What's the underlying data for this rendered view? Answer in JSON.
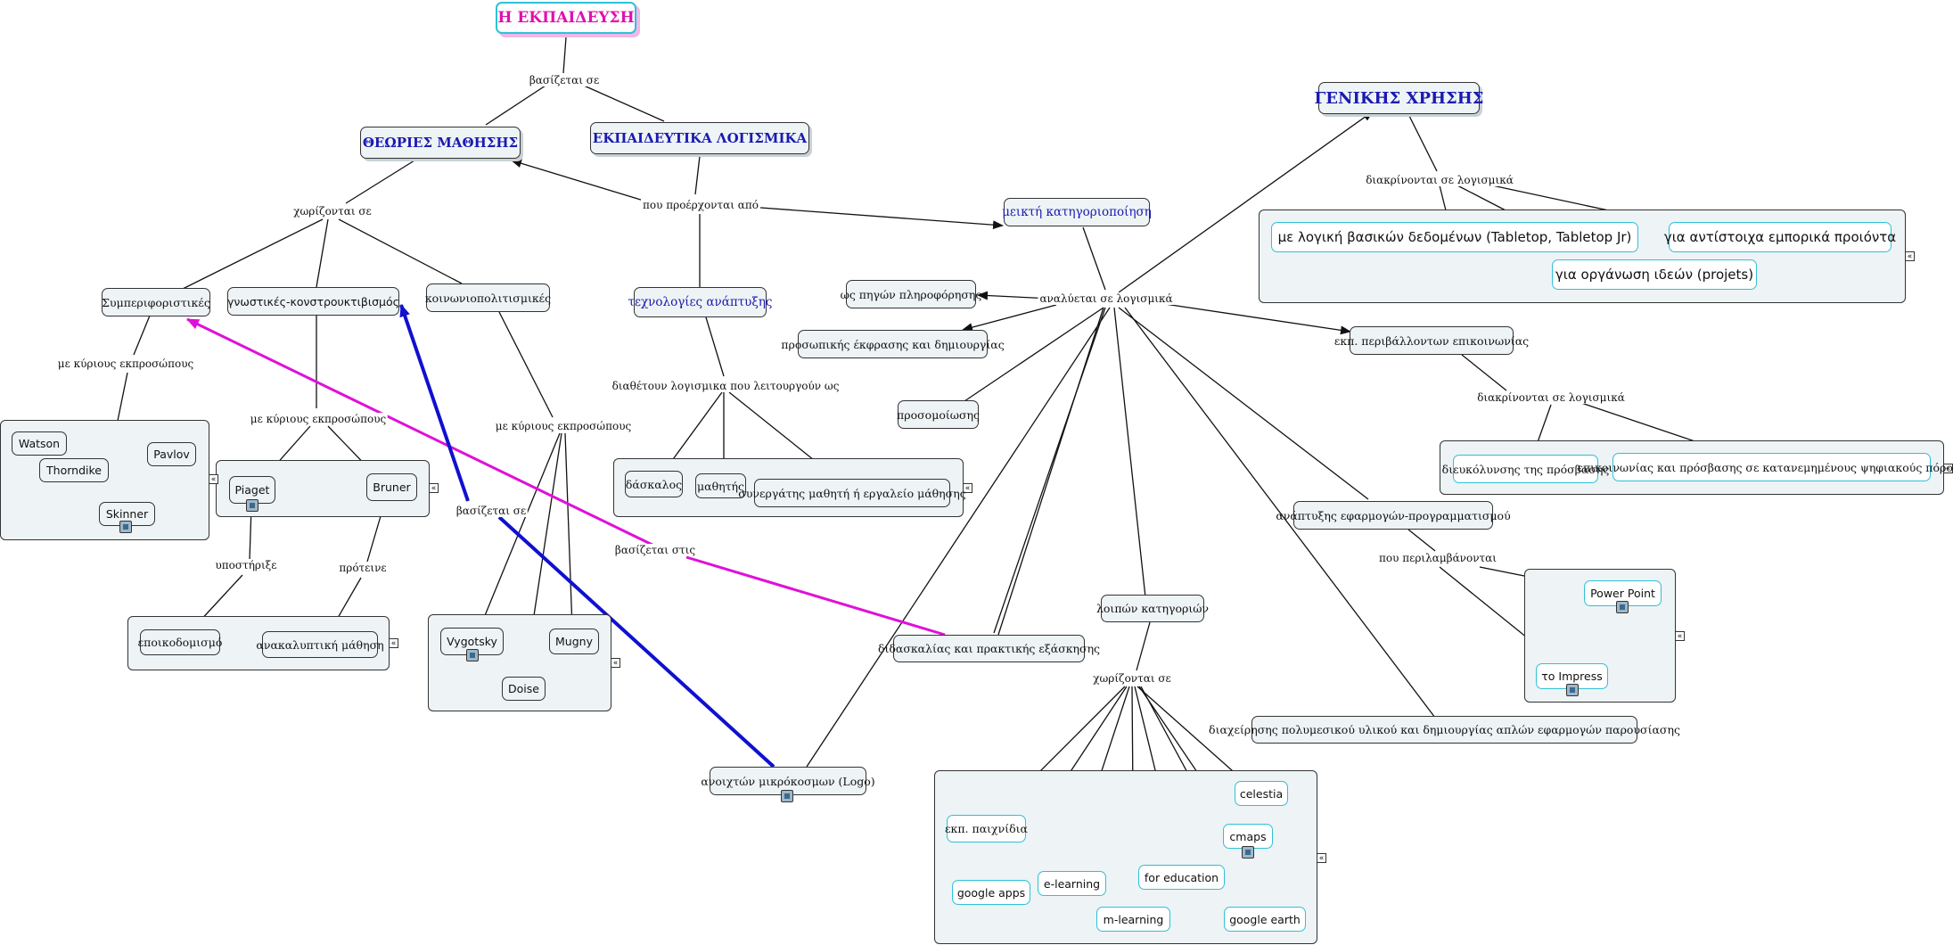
{
  "colors": {
    "edge": "#111111",
    "magenta": "#e010d8",
    "blue": "#1010d0",
    "title": "#e010b0",
    "cyan": "#2ec1d8"
  },
  "nodes": {
    "title": "Η ΕΚΠΑΙΔΕΥΣΗ",
    "theories": "ΘΕΩΡΙΕΣ ΜΑΘΗΣΗΣ",
    "software": "ΕΚΠΑΙΔΕΥΤΙΚΑ ΛΟΓΙΣΜΙΚΑ",
    "general": "ΓΕΝΙΚΗΣ ΧΡΗΣΗΣ",
    "mixed": "μεικτή κατηγοριοποίηση",
    "behavioral": "Συμπεριφοριστικές",
    "cognitive": "γνωστικές-κονστρουκτιβισμός",
    "social": "κοινωνιοπολιτισμικές",
    "tech_dev": "τεχνολογίες ανάπτυξης",
    "info_sources": "ως πηγών πληροφόρησης",
    "expression": "προσωπικής έκφρασης και δημιουργίας",
    "simulation": "προσομοίωσης",
    "comm_env": "εκπ. περιβάλλοντων επικοινωνίας",
    "app_dev": "ανάπτυξης εφαρμογών-προγραμματισμού",
    "other_cat": "λοιπών κατηγοριών",
    "teaching": "διδασκαλίας και πρακτικής εξάσκησης",
    "multimedia": "διαχείρησης πολυμεσικού υλικού και δημιουργίας απλών εφαρμογών παρουσίασης",
    "logo": "ανοιχτών μικρόκοσμων (Logo)",
    "watson": "Watson",
    "thorndike": "Thorndike",
    "pavlov": "Pavlov",
    "skinner": "Skinner",
    "piaget": "Piaget",
    "bruner": "Bruner",
    "constructivism": "εποικοδομισμό",
    "discovery": "ανακαλυπτική μάθηση",
    "vygotsky": "Vygotsky",
    "mugny": "Mugny",
    "doise": "Doise",
    "teacher": "δάσκαλος",
    "student": "μαθητής",
    "collaborator": "συνεργάτης μαθητή ή εργαλείο μάθησης",
    "database": "με λογική βασικών δεδομένων (Tabletop, Tabletop Jr)",
    "commercial": "για αντίστοιχα εμπορικά προιόντα",
    "organize": "για οργάνωση ιδεών (projets)",
    "access": "διευκόλυνσης της πρόσβασης",
    "communication": "επικοινωνίας και πρόσβασης σε κατανεμημένους ψηφιακούς πόρους",
    "powerpoint": "Power Point",
    "impress": "το Impress",
    "celestia": "celestia",
    "games": "εκπ. παιχνίδια",
    "cmaps": "cmaps",
    "elearning": "e-learning",
    "googleapps": "google apps",
    "foreducation": "for education",
    "mlearning": "m-learning",
    "googleearth": "google earth"
  },
  "links": {
    "based_on": "βασίζεται σε",
    "divided_into": "χωρίζονται σε",
    "come_from": "που προέρχονται από",
    "analyzed_into": "αναλύεται σε λογισμικά",
    "distinguished_1": "διακρίνονται σε λογισμικά",
    "distinguished_2": "διακρίνονται σε λογισμικά",
    "main_reps_1": "με κύριους εκπροσώπους",
    "main_reps_2": "με κύριους εκπροσώπους",
    "main_reps_3": "με κύριους εκπροσώπους",
    "provide": "διαθέτουν λογισμικα που λειτουργούν ως",
    "supported": "υποστήριξε",
    "proposed": "πρότεινε",
    "based_on_2": "βασίζεται σε",
    "based_on_3": "βασίζεται στις",
    "include": "που περιλαμβάνονται",
    "divided_into_2": "χωρίζονται σε"
  }
}
